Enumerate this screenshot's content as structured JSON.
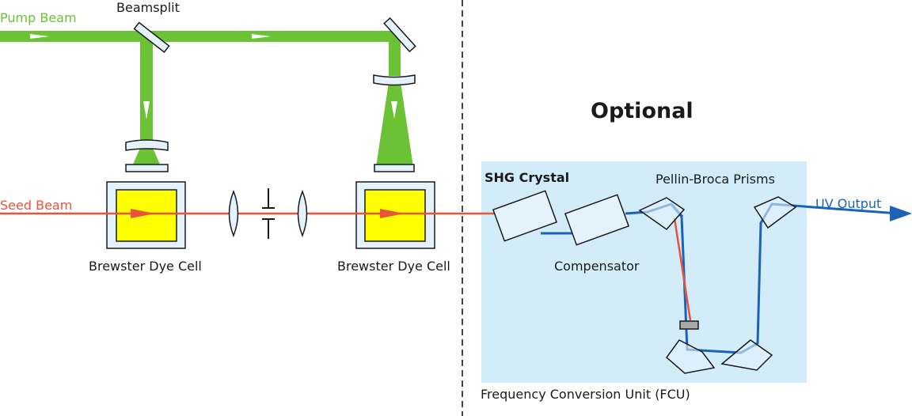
{
  "labels": {
    "pump_beam": "Pump Beam",
    "beamsplit": "Beamsplit",
    "seed_beam": "Seed Beam",
    "brewster_dye_cell_1": "Brewster Dye Cell",
    "brewster_dye_cell_2": "Brewster Dye Cell",
    "optional": "Optional",
    "shg_crystal": "SHG Crystal",
    "pellin_broca_prisms": "Pellin-Broca Prisms",
    "uv_output": "UV Output",
    "compensator": "Compensator",
    "fcu": "Frequency Conversion Unit (FCU)"
  },
  "colors": {
    "pump": "#6cc235",
    "seed": "#e8533a",
    "uv": "#1c63b7",
    "fcu_box": "#d2ecf9",
    "dye": "#ffff00",
    "cell_frame": "#e3f2fb",
    "optic_stroke": "#1a1a1a"
  }
}
